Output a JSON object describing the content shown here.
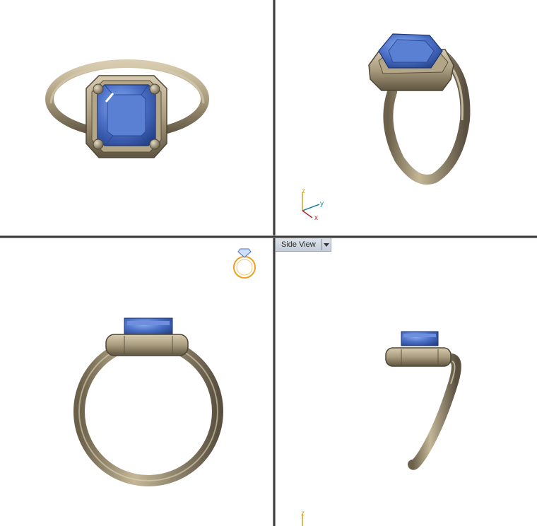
{
  "viewports": {
    "top_left": {
      "name": "top-view"
    },
    "top_right": {
      "name": "perspective-view",
      "axes": {
        "z": "z",
        "y": "y",
        "x": "x"
      }
    },
    "bottom_left": {
      "name": "front-view"
    },
    "bottom_right": {
      "label": "Side View",
      "axes": {
        "z": "z"
      }
    }
  },
  "colors": {
    "metal": "#a99b7e",
    "gem": "#4d72c9",
    "axis_z": "#d9a21c",
    "axis_y": "#1c8a9e",
    "axis_x": "#b8282a",
    "icon": "#f0a020"
  }
}
